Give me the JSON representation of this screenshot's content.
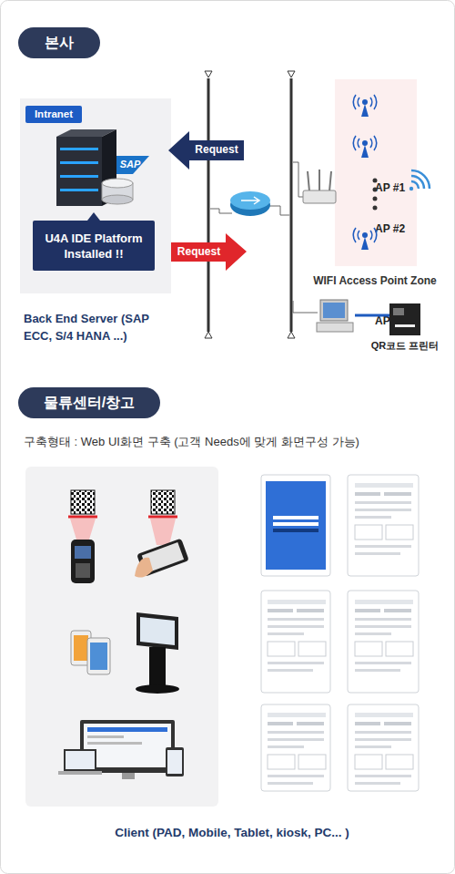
{
  "diagram": {
    "nodes": [
      {
        "text": [
          "본사"
        ]
      },
      {
        "text": [
          "Back End Server (SAP ECC, S/4 HANA ...)"
        ]
      },
      {
        "text": [
          "Intranet"
        ],
        "in": 1
      },
      {
        "text": [
          "U4A IDE Platform Installed !!"
        ],
        "in": 1
      },
      {
        "text": [
          "AP #1",
          "AP #2",
          "AP #n",
          "WIFI Access Point Zone"
        ]
      },
      {
        "text": [
          "물류센터/창고"
        ]
      }
    ],
    "labels": [
      "Request",
      "SAP",
      "Request",
      "QR코드 프린터",
      "구축형태 : Web UI화면 구축 (고객 Needs에 맞게 화면구성 가능)",
      "Client (PAD, Mobile, Tablet, kiosk, PC... )"
    ]
  }
}
